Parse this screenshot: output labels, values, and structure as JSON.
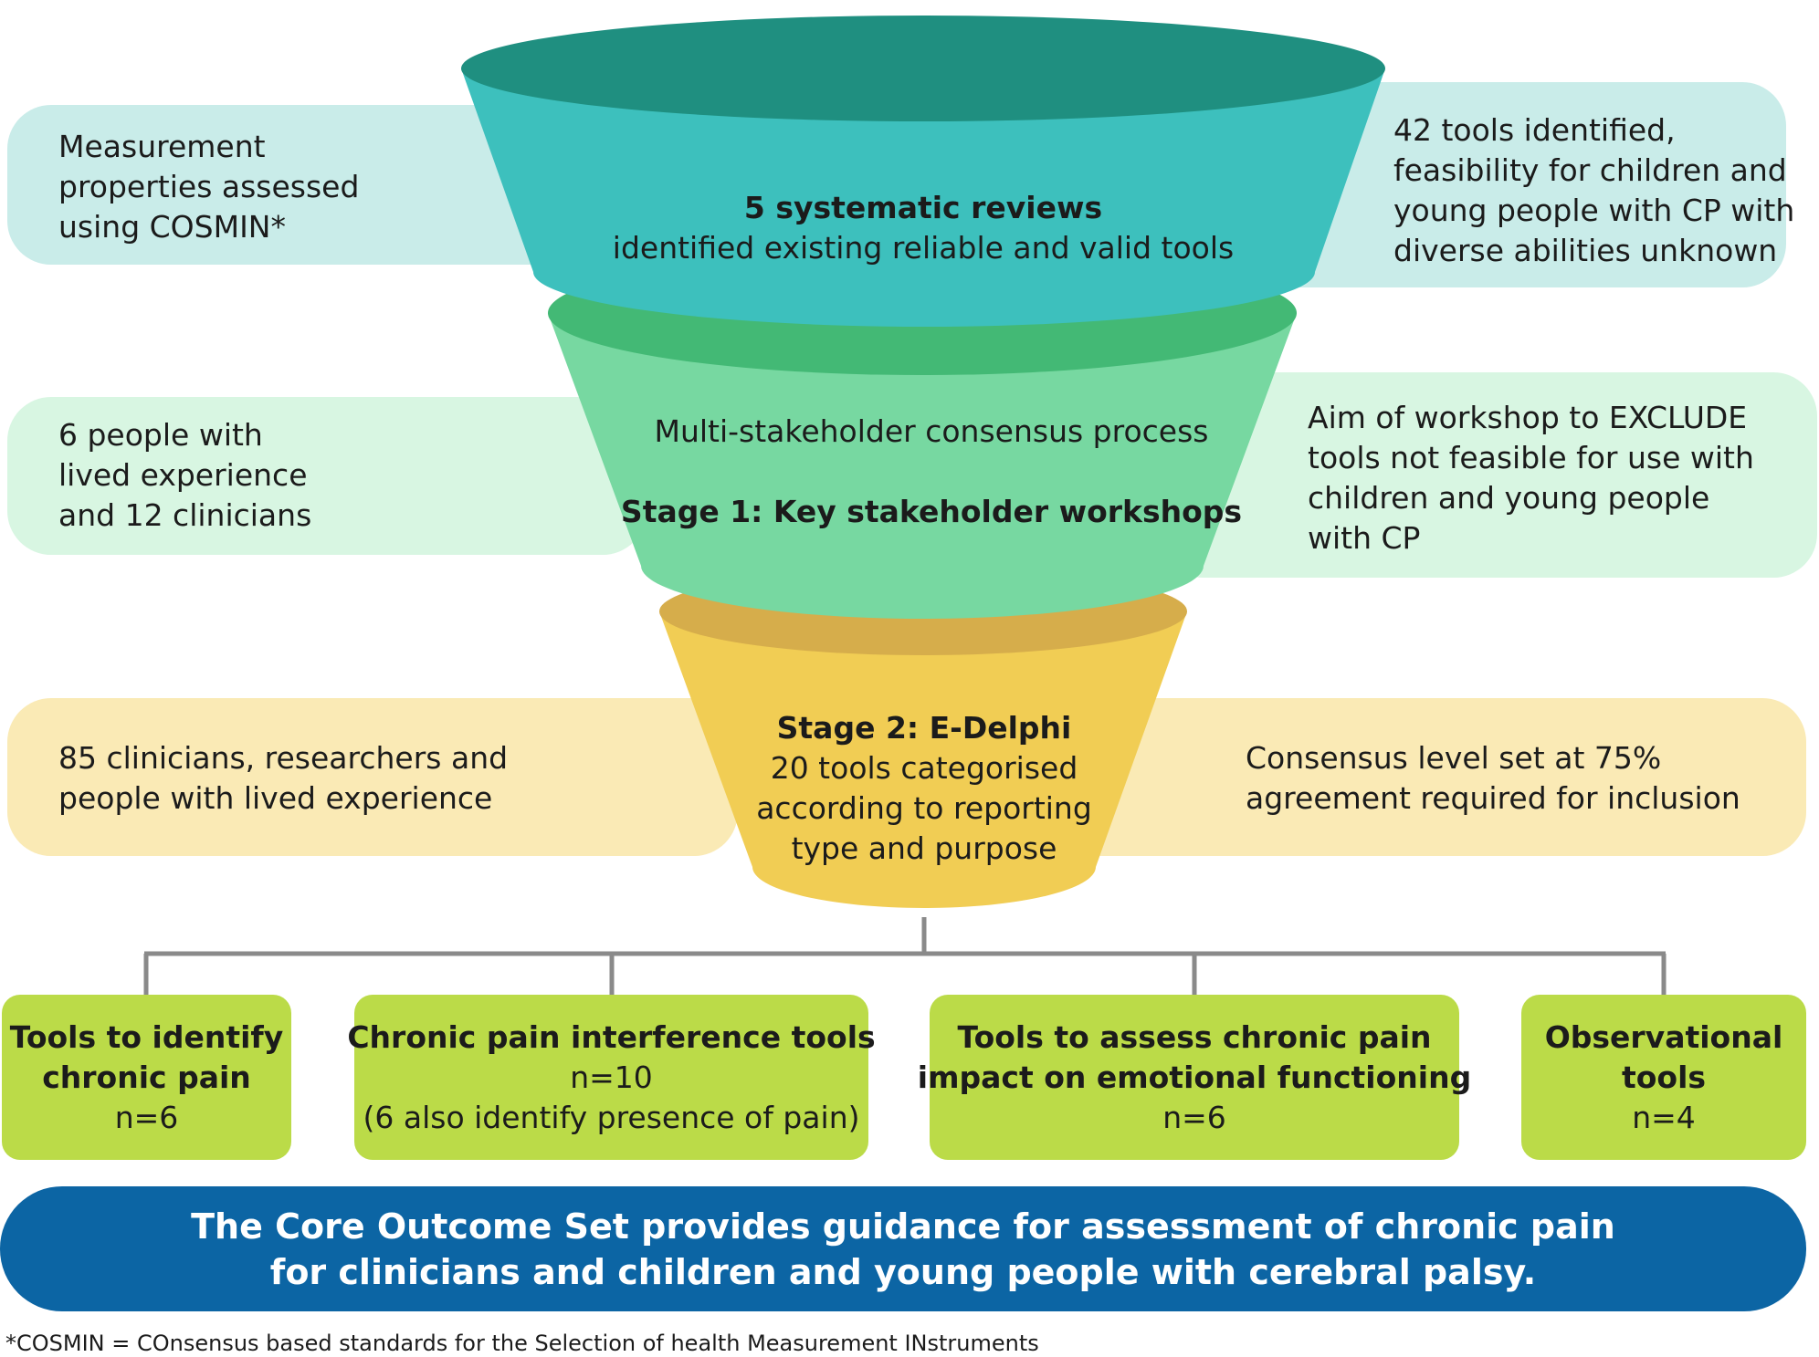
{
  "funnel": {
    "top": {
      "title": "5 systematic reviews",
      "subtitle": "identified existing reliable and valid tools",
      "left": [
        "Measurement",
        "properties assessed",
        "using COSMIN*"
      ],
      "right": [
        "42 tools identified,",
        "feasibility for children and",
        "young people with CP with",
        "diverse abilities unknown"
      ]
    },
    "middle": {
      "line1": "Multi-stakeholder consensus process",
      "line2": "Stage 1: Key stakeholder workshops",
      "left": [
        "6 people with",
        "lived experience",
        "and 12 clinicians"
      ],
      "right": [
        "Aim of workshop to EXCLUDE",
        "tools not feasible for use with",
        "children and young people",
        "with CP"
      ]
    },
    "bottom": {
      "title": "Stage 2: E-Delphi",
      "lines": [
        "20 tools categorised",
        "according to reporting",
        "type and purpose"
      ],
      "left": [
        "85 clinicians, researchers and",
        "people with lived experience"
      ],
      "right": [
        "Consensus level set at 75%",
        "agreement required for inclusion"
      ]
    }
  },
  "categories": [
    {
      "title": [
        "Tools to identify",
        "chronic pain"
      ],
      "lines": [
        "n=6"
      ]
    },
    {
      "title": [
        "Chronic pain interference tools"
      ],
      "lines": [
        "n=10",
        "(6 also identify presence of pain)"
      ]
    },
    {
      "title": [
        "Tools to assess chronic pain",
        "impact on emotional functioning"
      ],
      "lines": [
        "n=6"
      ]
    },
    {
      "title": [
        "Observational",
        "tools"
      ],
      "lines": [
        "n=4"
      ]
    }
  ],
  "banner": [
    "The Core Outcome Set provides guidance for assessment of chronic pain",
    "for clinicians and children and young people with cerebral palsy."
  ],
  "footnote": "*COSMIN = COnsensus based standards for the Selection of health Measurement INstruments",
  "colors": {
    "teal_top": "#1f8f80",
    "teal_body": "#3dc0bd",
    "teal_pill": "#c9ece9",
    "green_top": "#43b975",
    "green_body": "#77d8a1",
    "green_pill": "#d8f6e2",
    "yellow_top": "#d6ad4b",
    "yellow_body": "#f1cd54",
    "yellow_pill": "#faeab5",
    "lime_box": "#bbdb48",
    "banner_blue": "#0c65a4",
    "connector": "#8a8a8a"
  }
}
